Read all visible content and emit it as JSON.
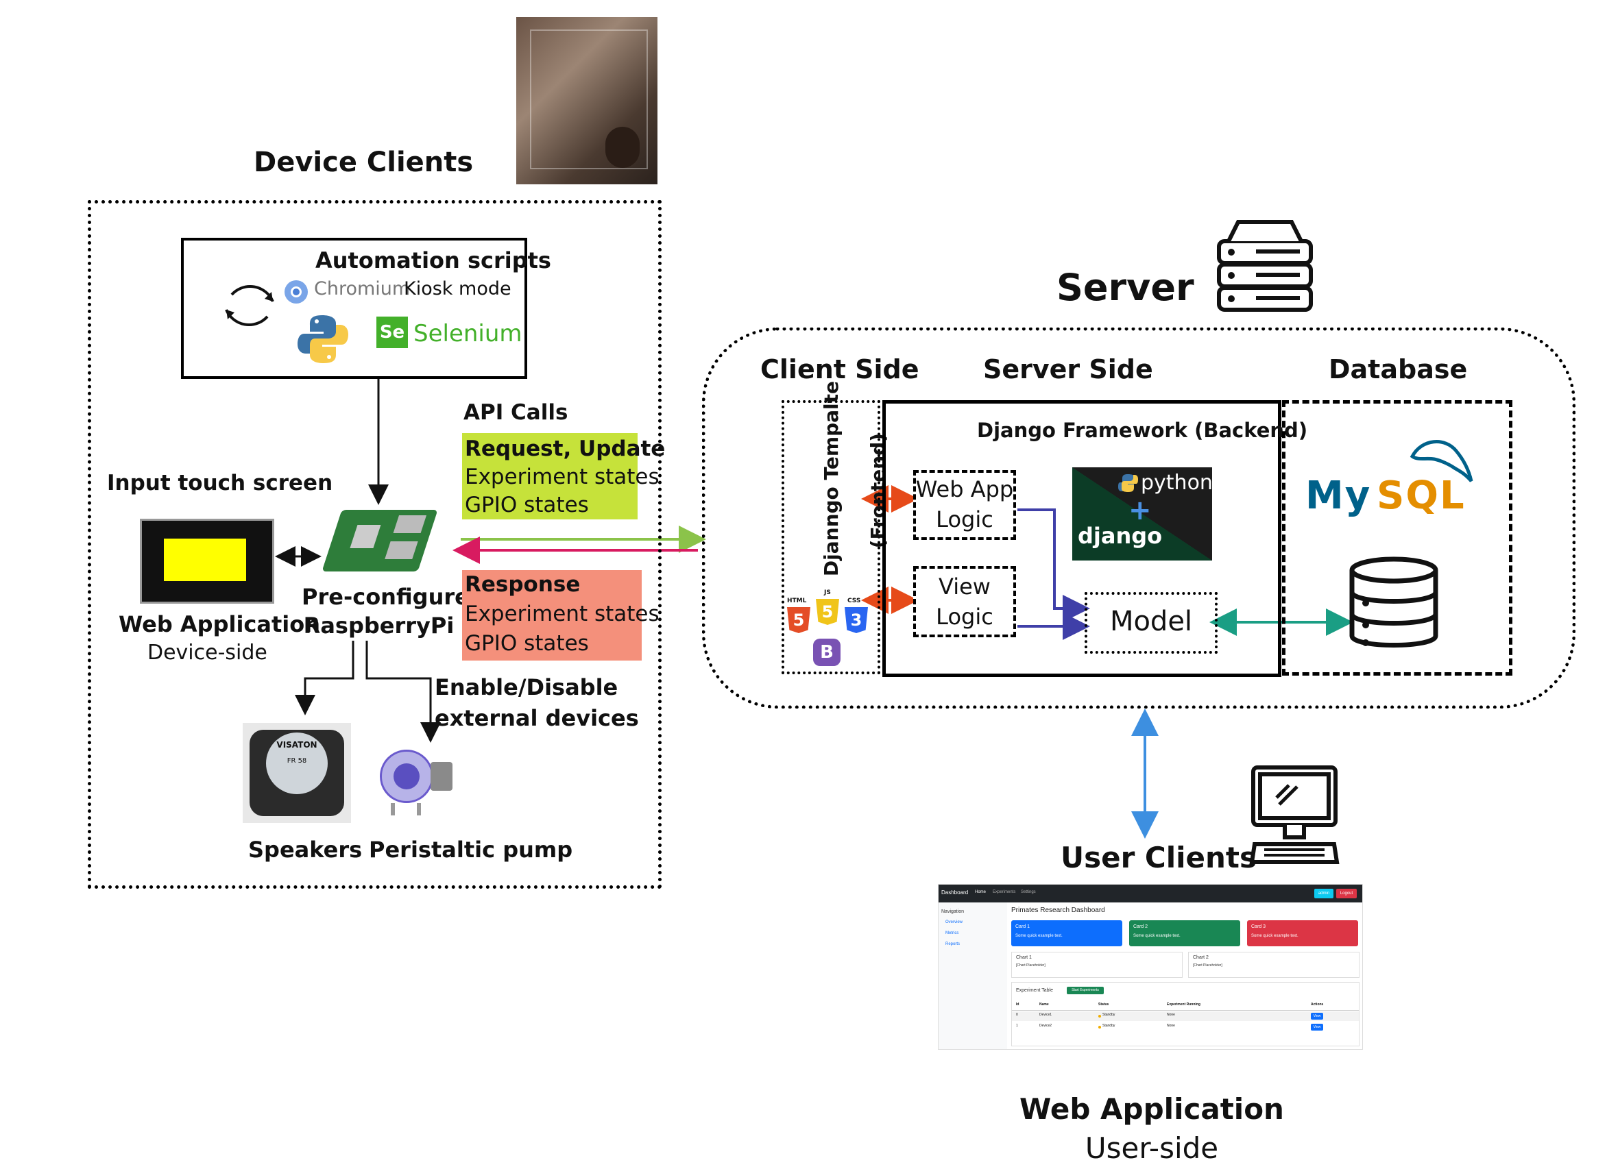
{
  "device_clients": {
    "title": "Device Clients",
    "automation": {
      "title": "Automation scripts",
      "chromium": "Chromium",
      "kiosk": "Kiosk mode",
      "selenium": "Selenium"
    },
    "input_touch_screen": "Input touch screen",
    "web_app_title": "Web Application",
    "web_app_sub": "Device-side",
    "raspberry_line1": "Pre-configured",
    "raspberry_line2": "RaspberryPi",
    "enable_line1": "Enable/Disable",
    "enable_line2": "external devices",
    "speakers": "Speakers",
    "pump": "Peristaltic pump",
    "speaker_brand": "VISATON",
    "speaker_model": "FR 58"
  },
  "api": {
    "title": "API Calls",
    "request_title": "Request, Update",
    "request_line1": "Experiment states",
    "request_line2": "GPIO states",
    "response_title": "Response",
    "response_line1": "Experiment states",
    "response_line2": "GPIO states"
  },
  "server": {
    "title": "Server",
    "client_side": "Client Side",
    "server_side": "Server Side",
    "database": "Database",
    "template_line1": "Djanngo Tempalte",
    "template_line2": "(Frontend)",
    "framework": "Django Framework (Backend)",
    "webapp_logic_1": "Web App",
    "webapp_logic_2": "Logic",
    "view_logic_1": "View",
    "view_logic_2": "Logic",
    "model": "Model",
    "python": "python",
    "django": "django",
    "mysql_my": "My",
    "mysql_sql": "SQL",
    "html_badge": "HTML",
    "js_badge": "JS",
    "css_badge": "CSS",
    "html_num": "5",
    "js_num": "5",
    "css_num": "3",
    "bootstrap": "B"
  },
  "user_clients": {
    "title": "User Clients",
    "web_app_title": "Web Application",
    "web_app_sub": "User-side"
  },
  "dashboard": {
    "brand": "Dashboard",
    "nav": [
      "Home",
      "Experiments",
      "Settings"
    ],
    "admin": "admin",
    "logout": "Logout",
    "sidebar_title": "Navigation",
    "sidebar_items": [
      "Overview",
      "Metrics",
      "Reports"
    ],
    "heading": "Primates Research Dashboard",
    "cards": [
      {
        "title": "Card 1",
        "text": "Some quick example text.",
        "color": "#0d6efd"
      },
      {
        "title": "Card 2",
        "text": "Some quick example text.",
        "color": "#198754"
      },
      {
        "title": "Card 3",
        "text": "Some quick example text.",
        "color": "#dc3545"
      }
    ],
    "charts": [
      {
        "title": "Chart 1",
        "text": "[Chart Placeholder]"
      },
      {
        "title": "Chart 2",
        "text": "[Chart Placeholder]"
      }
    ],
    "table_title": "Experiment Table",
    "start_button": "Start Experiments",
    "columns": [
      "Id",
      "Name",
      "Status",
      "Experiment Running",
      "Actions"
    ],
    "rows": [
      {
        "id": "0",
        "name": "Device1",
        "status": "Standby",
        "running": "None",
        "action": "View"
      },
      {
        "id": "1",
        "name": "Device2",
        "status": "Standby",
        "running": "None",
        "action": "View"
      }
    ]
  },
  "colors": {
    "request_highlight": "#c6e23a",
    "response_highlight": "#f4907b",
    "arrow_green": "#8bc34a",
    "arrow_magenta": "#d81b60",
    "arrow_orange": "#e64a19",
    "arrow_blue_dark": "#3f3fa8",
    "arrow_teal": "#1a9e84",
    "arrow_blue": "#3d8fe0"
  }
}
